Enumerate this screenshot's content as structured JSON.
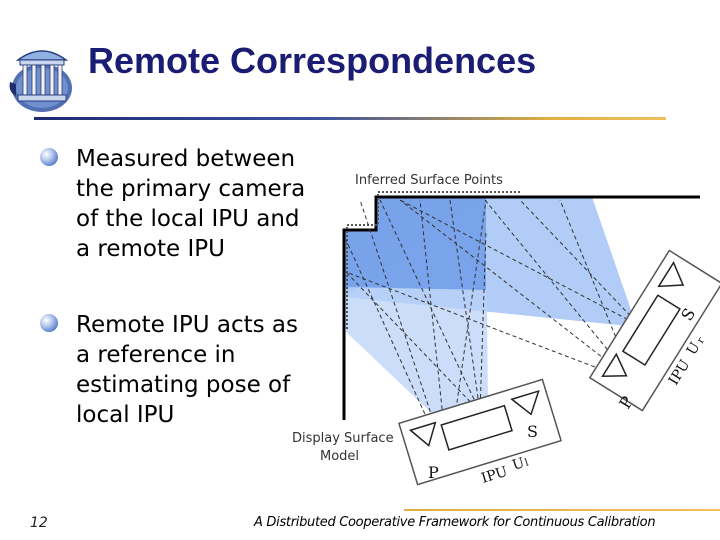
{
  "slide": {
    "title": "Remote Correspondences",
    "bullets": [
      {
        "text": "Measured between\nthe primary camera\nof the local IPU and\na remote IPU"
      },
      {
        "text": "Remote IPU acts as\na reference in\nestimating pose of\nlocal IPU"
      }
    ]
  },
  "diagram": {
    "inferred_label": "Inferred Surface Points",
    "display_label_line1": "Display Surface",
    "display_label_line2": "Model",
    "local_ipu": {
      "label": "IPU",
      "subscript_label": "U",
      "subscript": "l",
      "projector_label": "P",
      "camera_label": "S"
    },
    "remote_ipu": {
      "label": "IPU",
      "subscript_label": "U",
      "subscript": "r",
      "projector_label": "P",
      "camera_label": "S"
    }
  },
  "footer": {
    "slide_number": "12",
    "text": "A Distributed Cooperative Framework for Continuous Calibration"
  },
  "colors": {
    "title": "#1b1c73",
    "frustum_light": "#a9c6f5",
    "frustum_dark": "#6f9be8"
  }
}
